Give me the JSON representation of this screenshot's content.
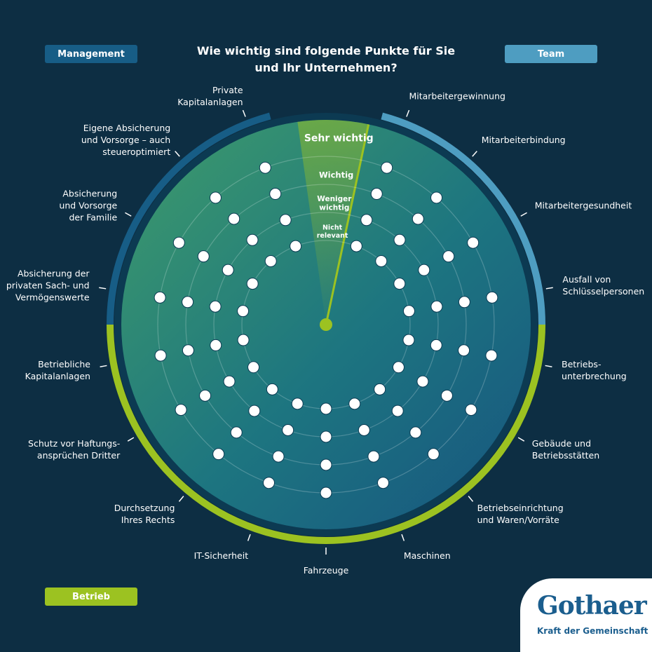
{
  "title": [
    "Wie wichtig sind folgende Punkte für Sie",
    "und Ihr Unternehmen?"
  ],
  "groups": {
    "management": {
      "label": "Management",
      "color": "#175d86"
    },
    "team": {
      "label": "Team",
      "color": "#4e9dc1"
    },
    "betrieb": {
      "label": "Betrieb",
      "color": "#9cc221"
    }
  },
  "rings": [
    {
      "label": [
        "Sehr wichtig"
      ]
    },
    {
      "label": [
        "Wichtig"
      ]
    },
    {
      "label": [
        "Weniger",
        "wichtig"
      ]
    },
    {
      "label": [
        "Nicht",
        "relevant"
      ]
    }
  ],
  "categories": [
    {
      "label": [
        "Mitarbeitergewinnung"
      ],
      "group": "team"
    },
    {
      "label": [
        "Mitarbeiterbindung"
      ],
      "group": "team"
    },
    {
      "label": [
        "Mitarbeitergesundheit"
      ],
      "group": "team"
    },
    {
      "label": [
        "Ausfall von",
        "Schlüsselpersonen"
      ],
      "group": "team"
    },
    {
      "label": [
        "Betriebs-",
        "unterbrechung"
      ],
      "group": "betrieb"
    },
    {
      "label": [
        "Gebäude und",
        "Betriebsstätten"
      ],
      "group": "betrieb"
    },
    {
      "label": [
        "Betriebseinrichtung",
        "und Waren/Vorräte"
      ],
      "group": "betrieb"
    },
    {
      "label": [
        "Maschinen"
      ],
      "group": "betrieb"
    },
    {
      "label": [
        "Fahrzeuge"
      ],
      "group": "betrieb"
    },
    {
      "label": [
        "IT-Sicherheit"
      ],
      "group": "betrieb"
    },
    {
      "label": [
        "Durchsetzung",
        "Ihres Rechts"
      ],
      "group": "betrieb"
    },
    {
      "label": [
        "Schutz vor Haftungs-",
        "ansprüchen Dritter"
      ],
      "group": "betrieb"
    },
    {
      "label": [
        "Betriebliche",
        "Kapitalanlagen"
      ],
      "group": "betrieb"
    },
    {
      "label": [
        "Absicherung der",
        "privaten Sach- und",
        "Vermögenswerte"
      ],
      "group": "management"
    },
    {
      "label": [
        "Absicherung",
        "und Vorsorge",
        "der Familie"
      ],
      "group": "management"
    },
    {
      "label": [
        "Eigene Absicherung",
        "und Vorsorge – auch",
        "steueroptimiert"
      ],
      "group": "management"
    },
    {
      "label": [
        "Private",
        "Kapitalanlagen"
      ],
      "group": "management"
    }
  ],
  "logo": {
    "brand": "Gothaer",
    "claim": "Kraft der Gemeinschaft"
  },
  "colors": {
    "background": "#0d2e43",
    "accent_line": "#9cc221",
    "dot": "#ffffff"
  }
}
